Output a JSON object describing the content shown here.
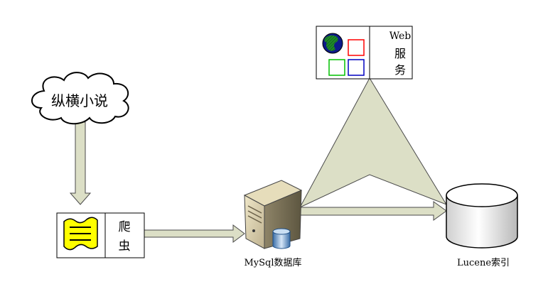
{
  "nodes": {
    "source": {
      "label": "纵横小说",
      "icon": "cloud-icon"
    },
    "crawler": {
      "label_line1": "爬",
      "label_line2": "虫",
      "icon": "scroll-document-icon"
    },
    "database": {
      "label": "MySql数据库",
      "icon": "server-database-icon"
    },
    "web": {
      "label_line1": "Web",
      "label_line2": "服",
      "label_line3": "务",
      "icon": "globe-icon"
    },
    "index": {
      "label": "Lucene索引",
      "icon": "database-cylinder-icon"
    }
  },
  "edges": [
    {
      "from": "source",
      "to": "crawler"
    },
    {
      "from": "crawler",
      "to": "database"
    },
    {
      "from": "database",
      "to": "index"
    },
    {
      "from": "database",
      "to": "web"
    },
    {
      "from": "index",
      "to": "web"
    }
  ],
  "colors": {
    "arrow_fill": "#dcdfc6",
    "arrow_stroke": "#4a4a4a",
    "scroll_fill": "#ffff00",
    "globe_ocean": "#0d1a8a",
    "globe_land": "#1f8a2a",
    "square_red": "#ff0000",
    "square_green": "#00c000",
    "square_blue": "#0000c0"
  }
}
